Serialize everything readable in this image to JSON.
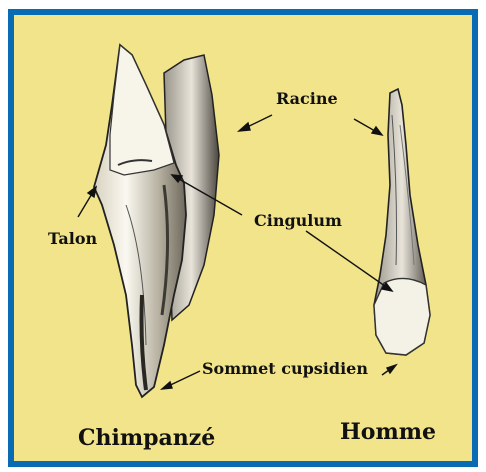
{
  "labels": {
    "racine": "Racine",
    "talon": "Talon",
    "cingulum": "Cingulum",
    "sommet": "Sommet cupsidien",
    "chimpanze": "Chimpanzé",
    "homme": "Homme"
  },
  "colors": {
    "frame": "#0a6bb5",
    "background": "#f2e48a"
  }
}
